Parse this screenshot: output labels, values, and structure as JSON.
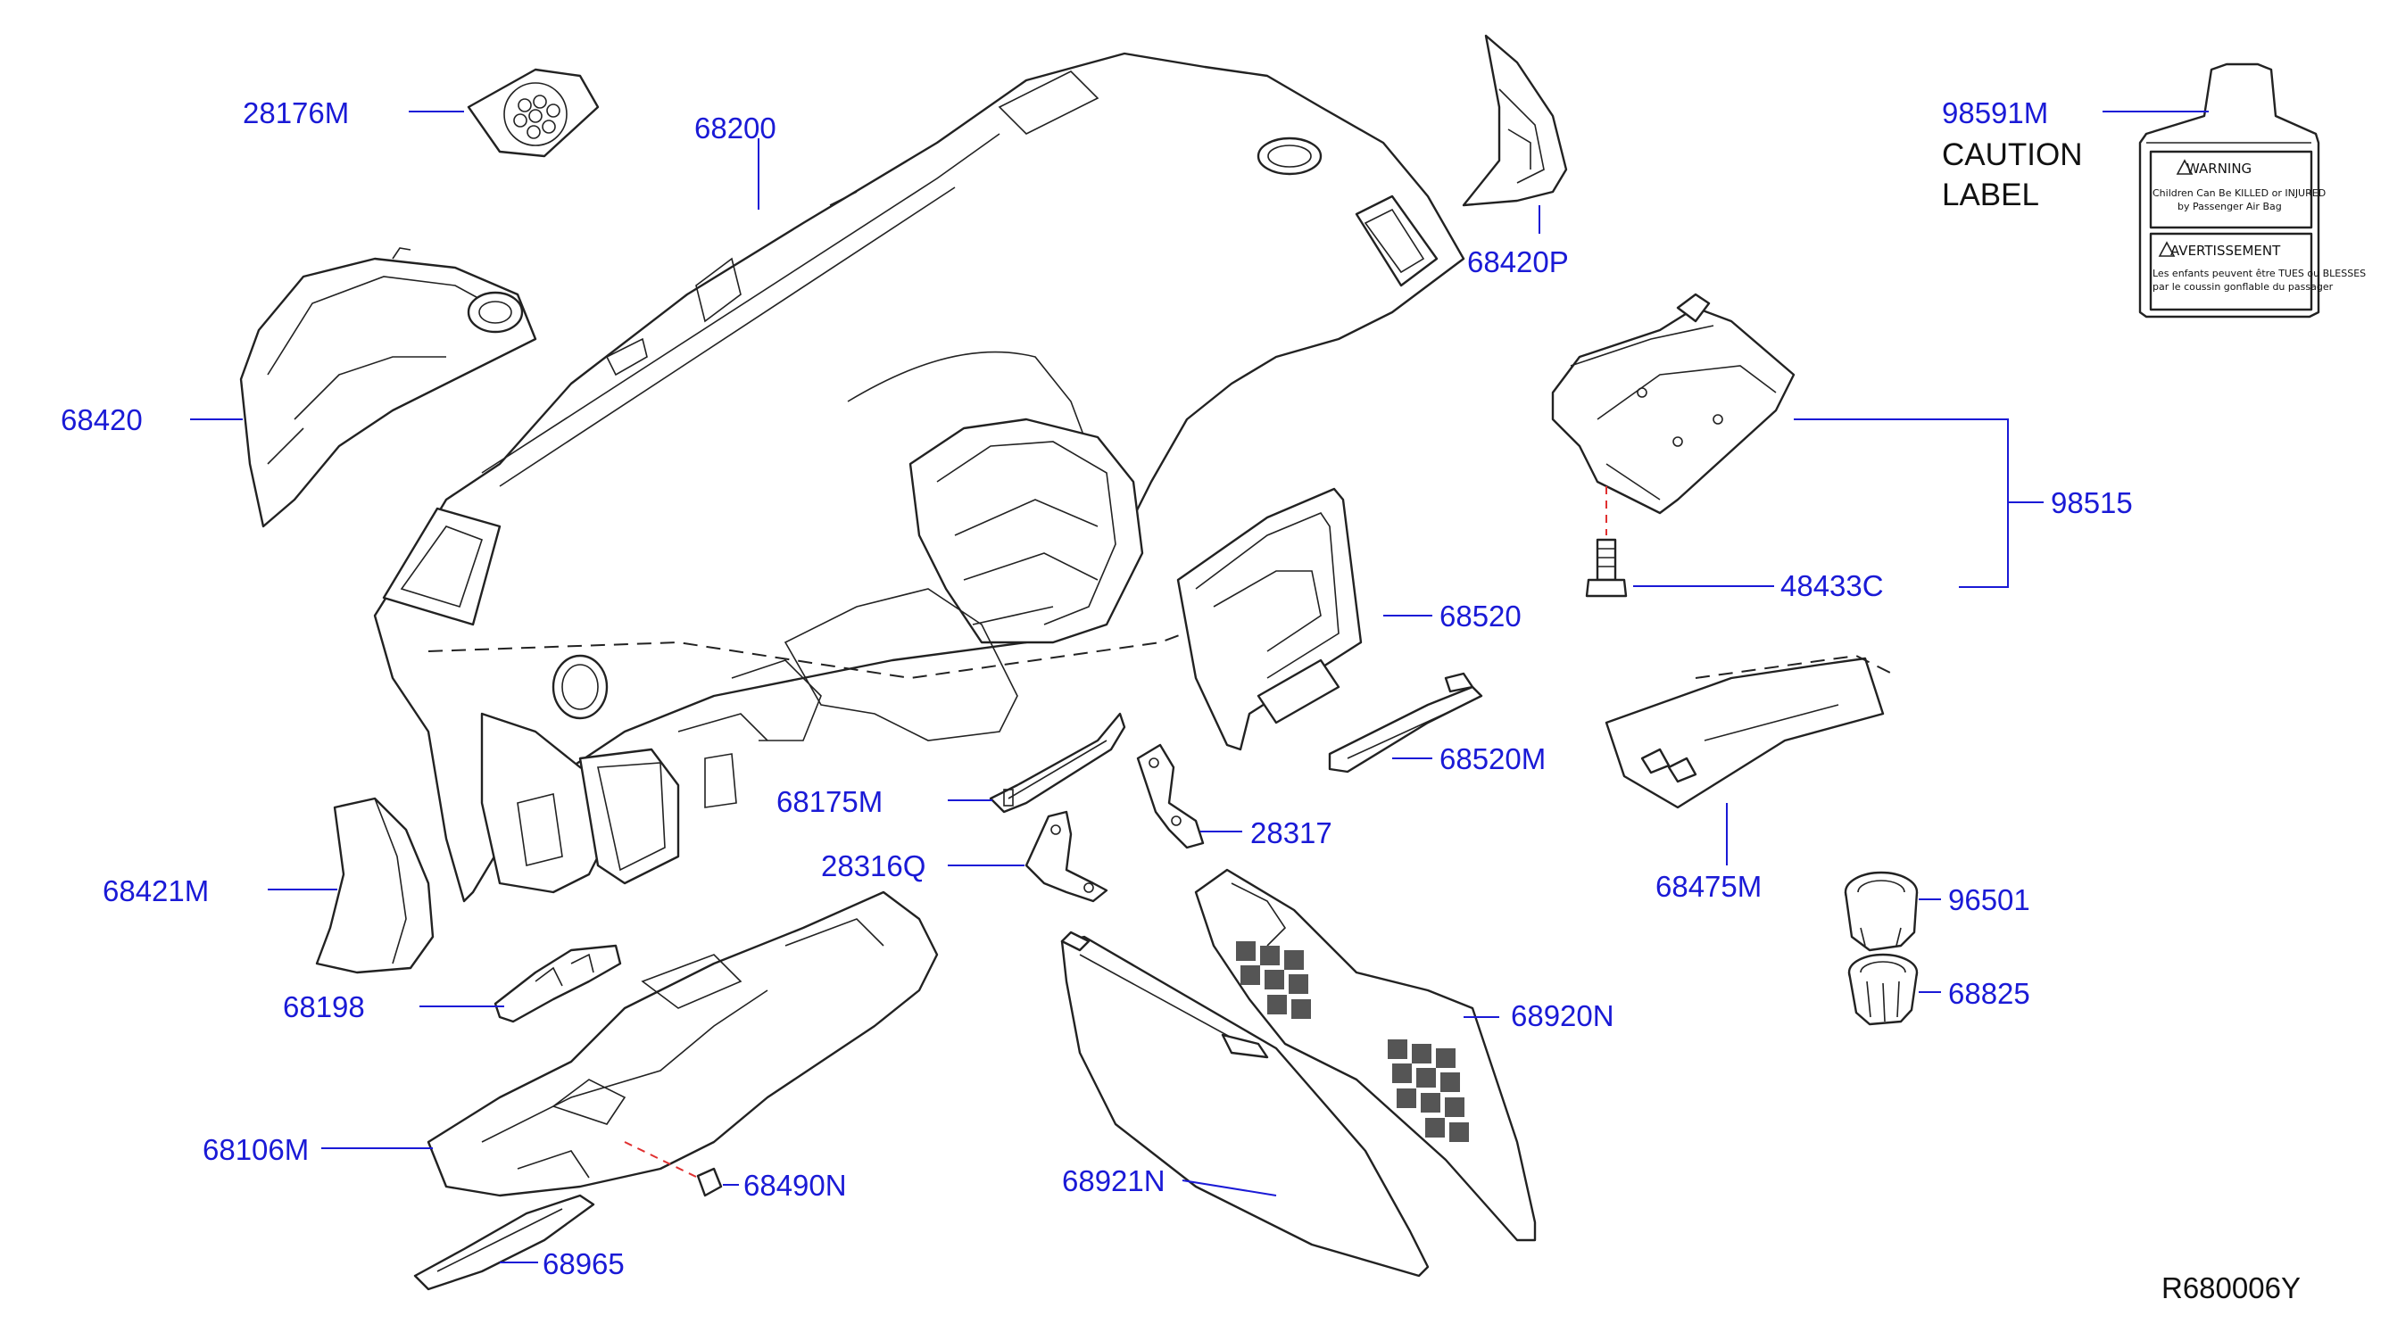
{
  "diagram": {
    "reference_code": "R680006Y",
    "part_numbers": {
      "p28176M": "28176M",
      "p68200": "68200",
      "p68420P": "68420P",
      "p98591M": "98591M",
      "p68420": "68420",
      "p98515": "98515",
      "p48433C": "48433C",
      "p68520": "68520",
      "p68520M": "68520M",
      "p68175M": "68175M",
      "p28317": "28317",
      "p28316Q": "28316Q",
      "p68475M": "68475M",
      "p68421M": "68421M",
      "p96501": "96501",
      "p68825": "68825",
      "p68198": "68198",
      "p68920N": "68920N",
      "p68106M": "68106M",
      "p68490N": "68490N",
      "p68921N": "68921N",
      "p68965": "68965"
    },
    "caution_label": {
      "line1": "CAUTION",
      "line2": "LABEL",
      "warning_title": "WARNING",
      "warning_row1": "Children   Can   Be   KILLED   or   INJURED",
      "warning_row2": "by   Passenger   Air   Bag",
      "avertissement_title": "AVERTISSEMENT",
      "avert_row1": "Les   enfants   peuvent   être   TUES   ou   BLESSES",
      "avert_row2": "par   le   coussin   gonflable   du   passager"
    }
  }
}
